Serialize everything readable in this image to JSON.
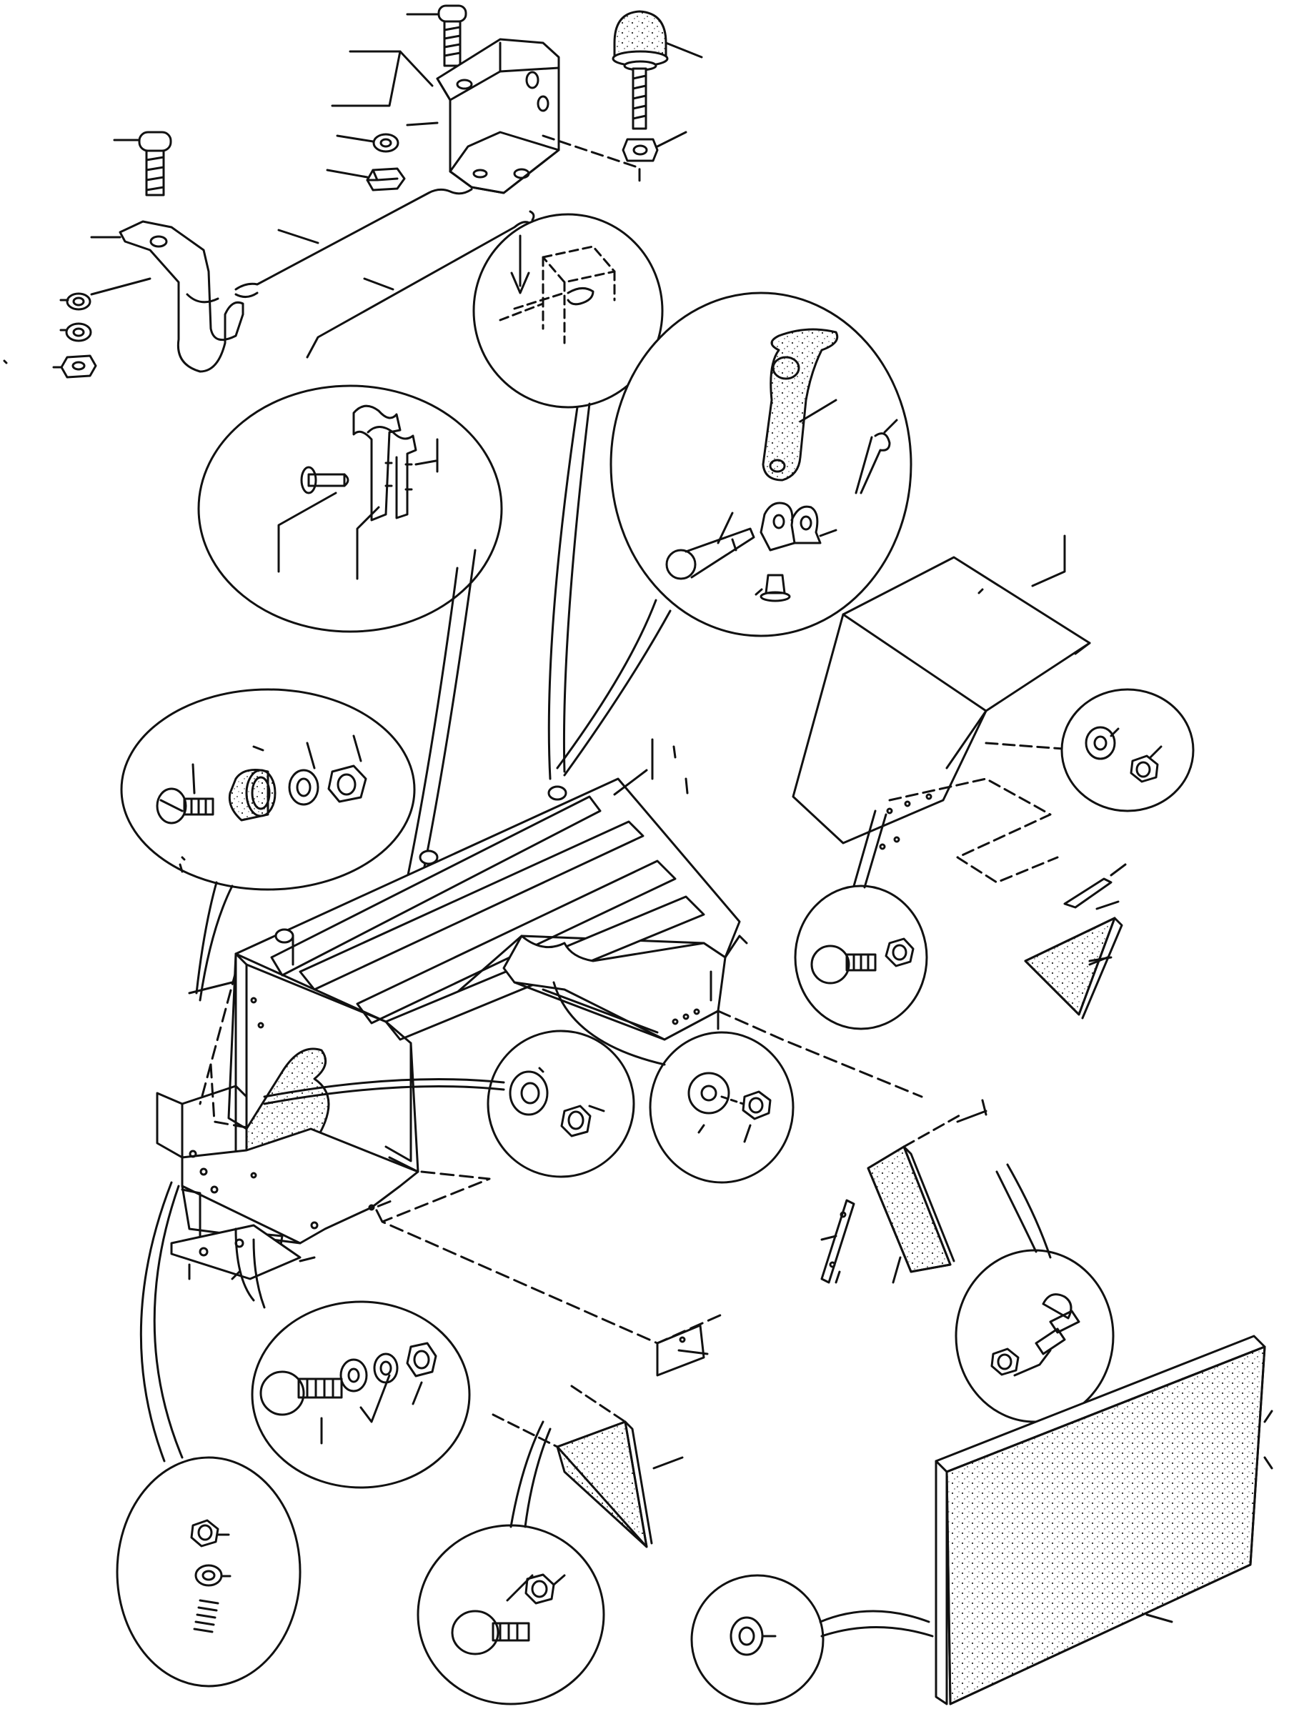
{
  "figure": {
    "type": "exploded-parts-diagram",
    "stroke_color": "#111111",
    "fill_color": "#ffffff",
    "texture_color": "#222222",
    "visible_text": []
  },
  "assemblies": [
    {
      "id": "upper-bracket-assembly",
      "parts": [
        "bolt",
        "washer",
        "lock-washer",
        "nut",
        "bracket",
        "rod",
        "rubber-buffer"
      ]
    },
    {
      "id": "center-box",
      "parts": [
        "box-body",
        "front-flap",
        "side-panel",
        "bottom-tray"
      ]
    },
    {
      "id": "right-cover",
      "parts": [
        "cover-box",
        "triangle-gusset",
        "strap"
      ]
    },
    {
      "id": "lower-panels",
      "parts": [
        "triangle-gusset",
        "flat-panel"
      ]
    }
  ],
  "detail_callouts": [
    {
      "id": "hinge-bracket-detail",
      "parts": [
        "pin",
        "bracket-plates"
      ]
    },
    {
      "id": "clip-detail",
      "parts": [
        "clip",
        "arrow"
      ]
    },
    {
      "id": "rubber-latch-detail",
      "parts": [
        "rubber-latch",
        "cotter-pin",
        "clevis-pin",
        "latch-bracket",
        "rivet"
      ]
    },
    {
      "id": "screw-grommet-detail",
      "parts": [
        "screw",
        "grommet",
        "washer",
        "nut"
      ]
    },
    {
      "id": "washer-nut-detail-1",
      "parts": [
        "washer",
        "nut"
      ]
    },
    {
      "id": "washer-nut-detail-2",
      "parts": [
        "washer",
        "nut"
      ]
    },
    {
      "id": "washer-nut-detail-3",
      "parts": [
        "washer",
        "nut"
      ]
    },
    {
      "id": "carriage-bolt-nut-detail-1",
      "parts": [
        "carriage-bolt",
        "nut"
      ]
    },
    {
      "id": "carriage-bolt-nut-detail-2",
      "parts": [
        "carriage-bolt",
        "nut"
      ]
    },
    {
      "id": "carriage-bolt-nut-detail-3",
      "parts": [
        "carriage-bolt",
        "nut"
      ]
    },
    {
      "id": "bolt-washers-nut-detail",
      "parts": [
        "bolt",
        "flat-washer",
        "lock-washer",
        "nut"
      ]
    },
    {
      "id": "locknut-washer-spring-detail",
      "parts": [
        "locknut",
        "washer",
        "spring"
      ]
    },
    {
      "id": "grommet-detail",
      "parts": [
        "grommet"
      ]
    }
  ]
}
